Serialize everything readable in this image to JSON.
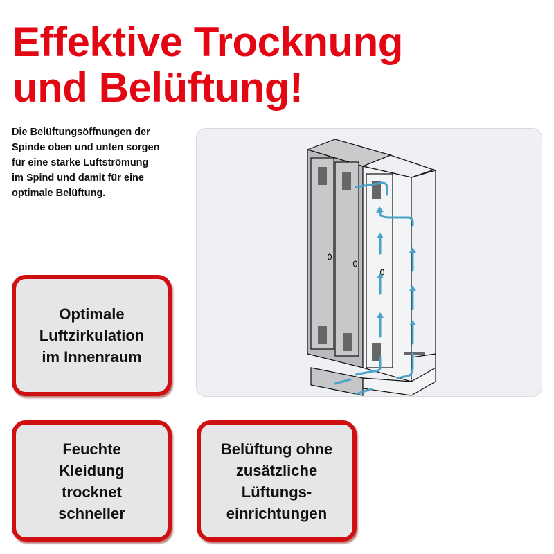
{
  "title": {
    "line1": "Effektive Trocknung",
    "line2": "und Belüftung!"
  },
  "description": [
    "Die Belüftungsöffnungen der",
    "Spinde oben und unten sorgen",
    "für eine starke Luftströmung",
    "im Spind und damit für eine",
    "optimale Belüftung."
  ],
  "features": [
    {
      "lines": [
        "Optimale",
        "Luftzirkulation",
        "im Innenraum"
      ]
    },
    {
      "lines": [
        "Feuchte",
        "Kleidung",
        "trocknet",
        "schneller"
      ]
    },
    {
      "lines": [
        "Belüftung ohne",
        "zusätzliche",
        "Lüftungs-",
        "einrichtungen"
      ]
    }
  ],
  "colors": {
    "accent": "#e30613",
    "airflow": "#4aa3c8"
  },
  "illustration": {
    "icon": "locker-airflow-diagram"
  }
}
